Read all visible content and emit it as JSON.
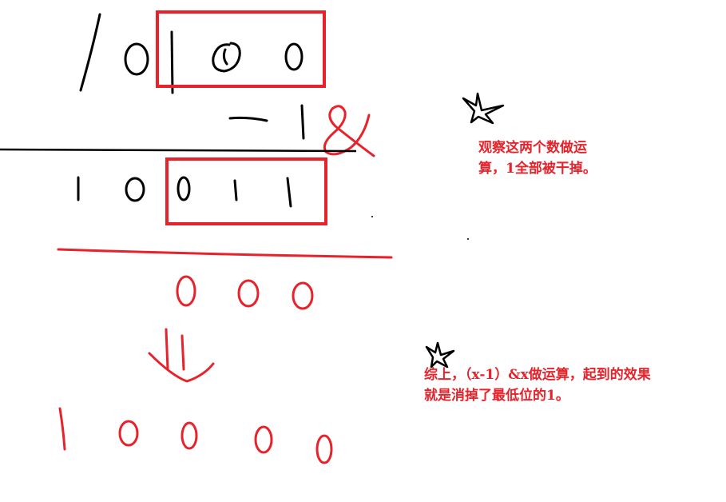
{
  "notes": {
    "observe_line1": "观察这两个数做运",
    "observe_line2": "算，1全部被干掉。",
    "summary_line1": "综上，（x-1）&x做运算，起到的效果",
    "summary_line2": "就是消掉了最低位的1。"
  },
  "handwriting": {
    "top_number": "10100",
    "minus": "−1",
    "ampersand": "&",
    "middle_number": "10011",
    "and_result": "000",
    "final_number": "10000"
  },
  "colors": {
    "ink": "#000000",
    "annotation": "#e8222a"
  },
  "icons": [
    "star-icon",
    "star-icon",
    "down-arrow-icon"
  ]
}
